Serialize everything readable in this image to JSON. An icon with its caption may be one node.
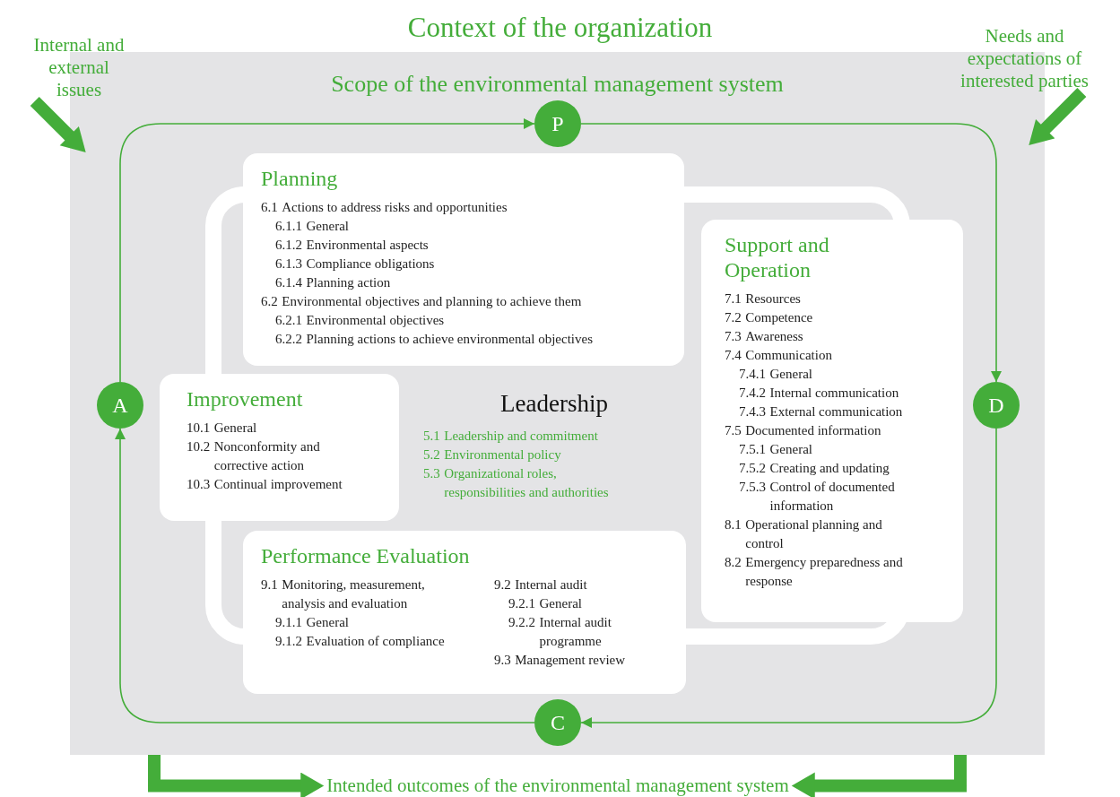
{
  "diagram": {
    "title": "Context of the organization",
    "nodes": [
      {
        "text": [
          "Scope of the environmental management system"
        ]
      },
      {
        "text": [
          "P"
        ],
        "in": 0
      },
      {
        "text": [
          "D"
        ],
        "in": 0
      },
      {
        "text": [
          "C"
        ],
        "in": 0
      },
      {
        "text": [
          "A"
        ],
        "in": 0
      },
      {
        "text": [
          "Planning",
          "6.1 Actions to address risks and opportunities",
          "6.1.1 General",
          "6.1.2 Environmental aspects",
          "6.1.3 Compliance obligations",
          "6.1.4 Planning action",
          "6.2 Environmental objectives and planning to achieve them",
          "6.2.1 Environmental objectives",
          "6.2.2 Planning actions to achieve environmental objectives"
        ],
        "in": 0
      },
      {
        "text": [
          "Support and Operation",
          "7.1 Resources",
          "7.2 Competence",
          "7.3 Awareness",
          "7.4 Communication",
          "7.4.1 General",
          "7.4.2 Internal communication",
          "7.4.3 External communication",
          "7.5 Documented information",
          "7.5.1 General",
          "7.5.2 Creating and updating",
          "7.5.3 Control of documented information",
          "8.1 Operational planning and control",
          "8.2 Emergency preparedness and response"
        ],
        "in": 0
      },
      {
        "text": [
          "Performance Evaluation",
          "9.1 Monitoring, measurement, analysis and evaluation",
          "9.1.1 General",
          "9.1.2 Evaluation of compliance",
          "9.2 Internal audit",
          "9.2.1 General",
          "9.2.2 Internal audit programme",
          "9.3 Management review"
        ],
        "in": 0
      },
      {
        "text": [
          "Improvement",
          "10.1 General",
          "10.2 Nonconformity and corrective action",
          "10.3 Continual improvement"
        ],
        "in": 0
      },
      {
        "text": [
          "Leadership",
          "5.1 Leadership and commitment",
          "5.2 Environmental policy",
          "5.3 Organizational roles, responsibilities and authorities"
        ],
        "in": 0
      },
      {
        "text": [
          "Internal and external issues"
        ]
      },
      {
        "text": [
          "Needs and expectations of interested parties"
        ]
      },
      {
        "text": [
          "Intended outcomes of the environmental management system"
        ]
      }
    ],
    "edges": [
      {
        "from": 10,
        "to": 0,
        "arrow": "to",
        "style": "thick"
      },
      {
        "from": 11,
        "to": 0,
        "arrow": "to",
        "style": "thick"
      },
      {
        "from": 4,
        "to": 1,
        "arrow": "to"
      },
      {
        "from": 1,
        "to": 2,
        "arrow": "to"
      },
      {
        "from": 2,
        "to": 3,
        "arrow": "to"
      },
      {
        "from": 3,
        "to": 4,
        "arrow": "to"
      },
      {
        "from": 0,
        "to": 12,
        "arrow": "to",
        "style": "thick"
      },
      {
        "from": 0,
        "to": 12,
        "arrow": "to",
        "style": "thick"
      }
    ]
  }
}
